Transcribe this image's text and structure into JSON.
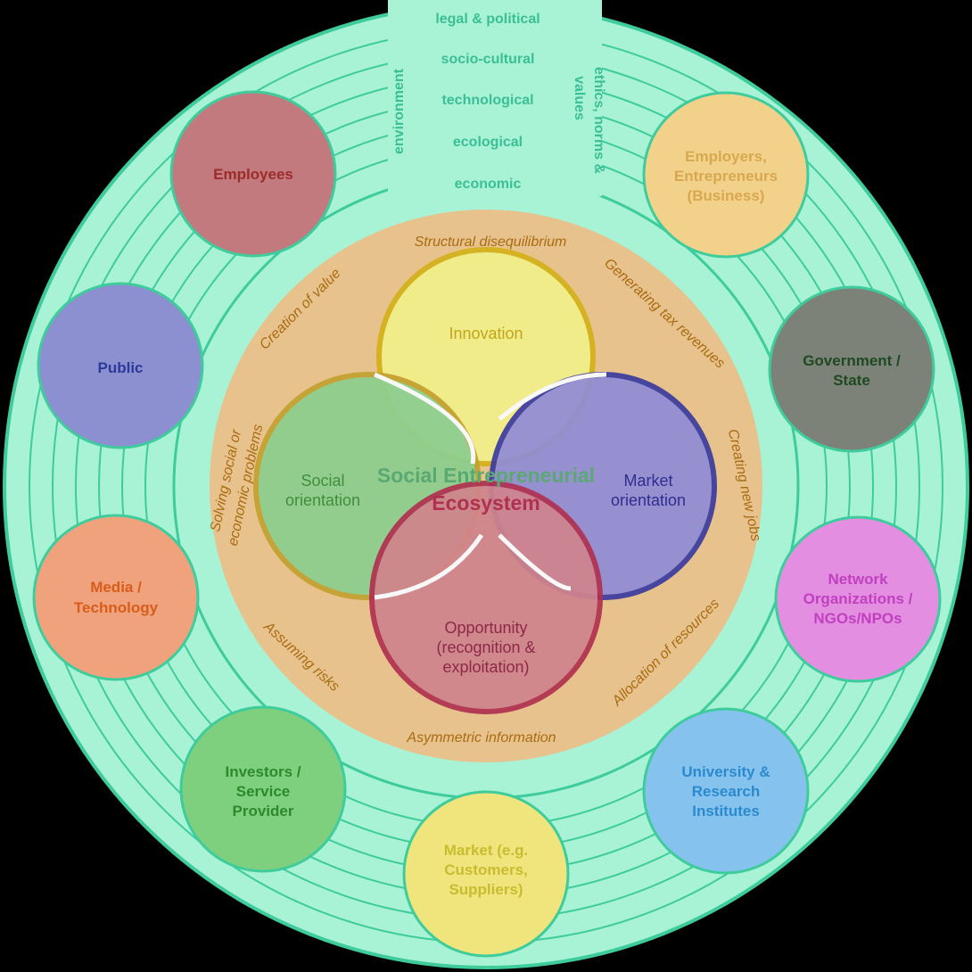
{
  "environment_layers": {
    "legal": "legal & political",
    "socio": "socio-cultural",
    "tech": "technological",
    "eco": "ecological",
    "econ": "economic",
    "left_label": "environment",
    "right_label_1": "ethics, norms &",
    "right_label_2": "values"
  },
  "stakeholders": {
    "employees": [
      "Employees"
    ],
    "employers": [
      "Employers,",
      "Entrepreneurs",
      "(Business)"
    ],
    "public": [
      "Public"
    ],
    "government": [
      "Government /",
      "State"
    ],
    "media": [
      "Media /",
      "Technology"
    ],
    "network": [
      "Network",
      "Organizations /",
      "NGOs/NPOs"
    ],
    "investors": [
      "Investors /",
      "Service",
      "Provider"
    ],
    "university": [
      "University &",
      "Research",
      "Institutes"
    ],
    "market": [
      "Market (e.g.",
      "Customers,",
      "Suppliers)"
    ]
  },
  "functions": {
    "structural": "Structural disequilibrium",
    "tax": "Generating tax revenues",
    "jobs": "Creating new jobs",
    "resources": "Allocation of resources",
    "asymmetric": "Asymmetric information",
    "risks": "Assuming risks",
    "solving_1": "Solving social or",
    "solving_2": "economic problems",
    "value": "Creation of value"
  },
  "core": {
    "innovation": [
      "Innovation"
    ],
    "social": [
      "Social",
      "orientation"
    ],
    "market": [
      "Market",
      "orientation"
    ],
    "opportunity": [
      "Opportunity",
      "(recognition &",
      "exploitation)"
    ],
    "title_1": "Social Entrepreneurial",
    "title_2": "Ecosystem"
  },
  "colors": {
    "ring": "#a8f2d6",
    "ring_line": "#3fcc9c",
    "orange_band": "#e8c28c",
    "employees": "#c27a7e",
    "employers": "#f2d28a",
    "public": "#8c8fd0",
    "government": "#7d8278",
    "media": "#f0a27c",
    "network": "#e48ee2",
    "investors": "#7ed07e",
    "university": "#86c2ee",
    "market": "#f0e57c",
    "innovation": "#f2ef8a",
    "social": "#8fce8f",
    "market_orient": "#918cd6",
    "opportunity": "#d0848c"
  }
}
